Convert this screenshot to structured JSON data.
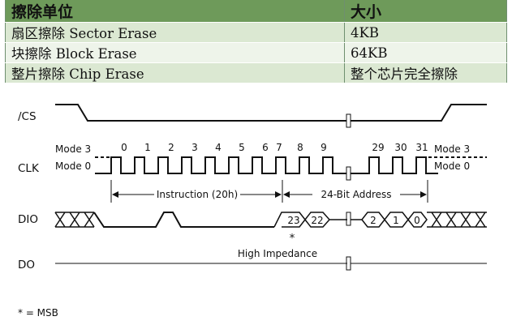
{
  "table": {
    "header": [
      "擦除单位",
      "大小"
    ],
    "rows": [
      [
        "扇区擦除 Sector Erase",
        "4KB"
      ],
      [
        "块擦除 Block Erase",
        "64KB"
      ],
      [
        "整片擦除 Chip Erase",
        "整个芯片完全擦除"
      ]
    ]
  },
  "diagram": {
    "signals": [
      "/CS",
      "CLK",
      "DIO",
      "DO"
    ],
    "mode_labels": {
      "mode3_left": "Mode 3",
      "mode0_left": "Mode 0",
      "mode3_right": "Mode 3",
      "mode0_right": "Mode 0"
    },
    "clock_numbers": [
      "0",
      "1",
      "2",
      "3",
      "4",
      "5",
      "6",
      "7",
      "8",
      "9",
      "29",
      "30",
      "31"
    ],
    "instruction_label": "Instruction (20h)",
    "address_label": "24-Bit Address",
    "dio_bits": [
      "23",
      "22",
      "2",
      "1",
      "0"
    ],
    "msb_marker": "*",
    "do_label": "High Impedance",
    "footnote": "* = MSB"
  }
}
